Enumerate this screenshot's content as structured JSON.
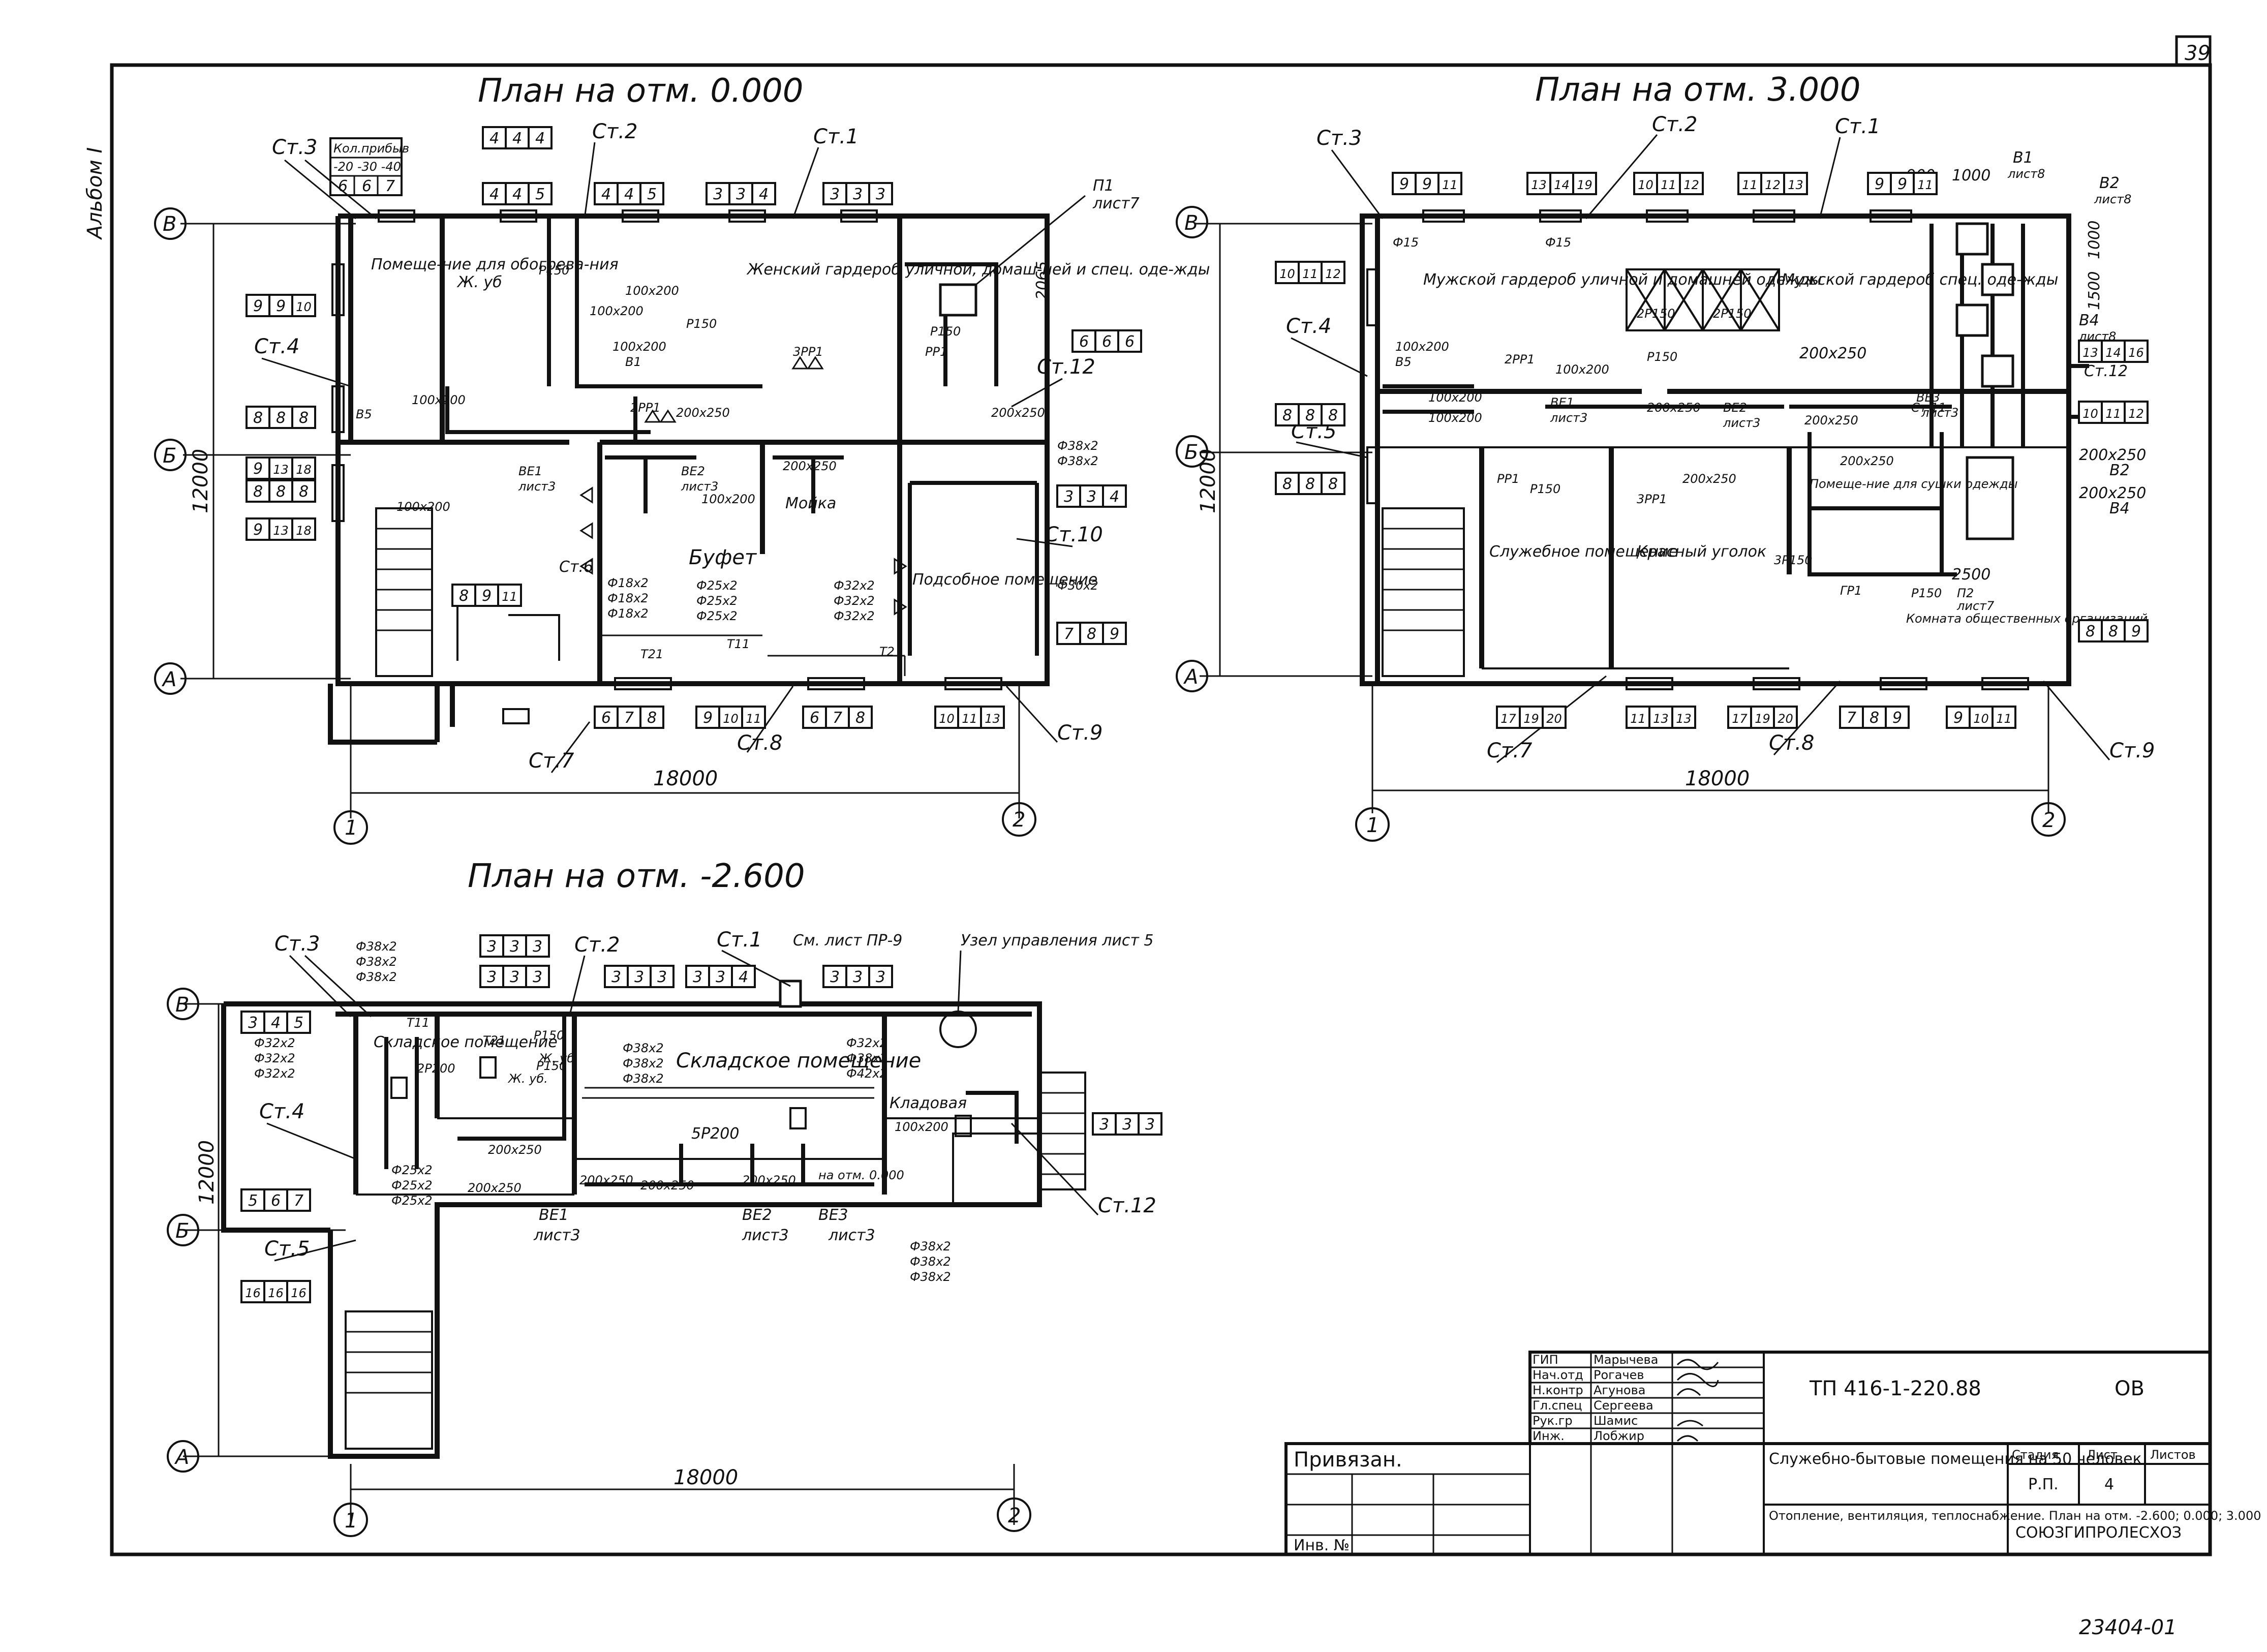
{
  "sheet": {
    "number": "39",
    "album": "Альбом I",
    "archive": "23404-01"
  },
  "plan_a": {
    "title": "План на отм. 0.000",
    "table": {
      "header": "Кол.прибыв",
      "temps": "-20 -30 -40",
      "v": [
        "6",
        "6",
        "7"
      ]
    },
    "dim": "18000",
    "dim_h": "12000",
    "dim2": "2065",
    "axes": [
      "В",
      "Б",
      "А",
      "1",
      "2"
    ],
    "rooms": [
      "Помеще-ние для обогрева-ния",
      "Женский гардероб уличной, домаш-ней и спец. оде-жды",
      "Буфет",
      "Мойка",
      "Подсобное помещение",
      "Ж. уб"
    ],
    "risers": [
      "Ст.3",
      "Ст.2",
      "Ст.1",
      "Ст.4",
      "Ст.6",
      "Ст.7",
      "Ст.8",
      "Ст.9",
      "Ст.10",
      "Ст.12"
    ],
    "ref": [
      "П1",
      "лист7"
    ],
    "ducts": [
      "100х200",
      "100х200",
      "100х200",
      "100х200",
      "200х250",
      "200х250",
      "200х250",
      "100х200",
      "100х200"
    ],
    "tags": [
      "В5",
      "В1",
      "ВЕ1",
      "лист3",
      "ВЕ2",
      "лист3",
      "Т11",
      "Т21",
      "Т2",
      "Р150",
      "Р150",
      "Р150",
      "3РР1",
      "2РР1",
      "РР1"
    ],
    "pipes": [
      "Ф18х2",
      "Ф18х2",
      "Ф18х2",
      "Ф25х2",
      "Ф25х2",
      "Ф25х2",
      "Ф32х2",
      "Ф32х2",
      "Ф32х2",
      "Ф38х2",
      "Ф38х2",
      "Ф30х2"
    ],
    "cells": [
      [
        "4",
        "4",
        "4"
      ],
      [
        "4",
        "4",
        "5"
      ],
      [
        "4",
        "4",
        "5"
      ],
      [
        "3",
        "3",
        "4"
      ],
      [
        "3",
        "3",
        "3"
      ],
      [
        "9",
        "9",
        "10"
      ],
      [
        "8",
        "8",
        "8"
      ],
      [
        "9",
        "13",
        "18"
      ],
      [
        "8",
        "8",
        "8"
      ],
      [
        "9",
        "13",
        "18"
      ],
      [
        "6",
        "6",
        "6"
      ],
      [
        "3",
        "3",
        "4"
      ],
      [
        "7",
        "8",
        "9"
      ],
      [
        "8",
        "9",
        "11"
      ],
      [
        "6",
        "7",
        "8"
      ],
      [
        "9",
        "10",
        "11"
      ],
      [
        "6",
        "7",
        "8"
      ],
      [
        "10",
        "11",
        "13"
      ]
    ]
  },
  "plan_b": {
    "title": "План на отм. 3.000",
    "dim": "18000",
    "dim_h": "12000",
    "dim_top": [
      "900",
      "1000"
    ],
    "dim_right": [
      "1000",
      "1500"
    ],
    "dim_bottom": "2500",
    "axes": [
      "В",
      "Б",
      "А",
      "1",
      "2"
    ],
    "rooms": [
      "Мужской гардероб уличной и домашней одежды",
      "Мужской гардероб спец. оде-жды",
      "Служебное помещение",
      "Красный уголок",
      "Помеще-ние для сушки одежды",
      "Комната общественных организаций"
    ],
    "risers": [
      "Ст.3",
      "Ст.2",
      "Ст.1",
      "Ст.4",
      "Ст.5",
      "Ст.7",
      "Ст.8",
      "Ст.9",
      "Ст.11",
      "Ст.12"
    ],
    "refs": [
      "В1",
      "лист8",
      "В2",
      "лист8",
      "В4",
      "лист8",
      "П2",
      "лист7"
    ],
    "ducts": [
      "100х200",
      "100х200",
      "100х200",
      "100х200",
      "200х250",
      "200х250",
      "200х250",
      "200х250",
      "200х250",
      "200х250",
      "200х250"
    ],
    "tags": [
      "В5",
      "ВЕ1",
      "лист3",
      "ВЕ2",
      "лист3",
      "ВЕ3",
      "лист3",
      "В2",
      "В4",
      "2Р150",
      "2Р150",
      "Р150",
      "Р150",
      "Р150",
      "3Р150",
      "3РР1",
      "2РР1",
      "РР1",
      "ГР1",
      "Ф15",
      "Ф15"
    ],
    "cells": [
      [
        "9",
        "9",
        "11"
      ],
      [
        "13",
        "14",
        "19"
      ],
      [
        "10",
        "11",
        "12"
      ],
      [
        "11",
        "12",
        "13"
      ],
      [
        "9",
        "9",
        "11"
      ],
      [
        "10",
        "11",
        "12"
      ],
      [
        "8",
        "8",
        "8"
      ],
      [
        "8",
        "8",
        "8"
      ],
      [
        "13",
        "14",
        "16"
      ],
      [
        "10",
        "11",
        "12"
      ],
      [
        "8",
        "8",
        "9"
      ],
      [
        "17",
        "19",
        "20"
      ],
      [
        "11",
        "13",
        "13"
      ],
      [
        "17",
        "19",
        "20"
      ],
      [
        "7",
        "8",
        "9"
      ],
      [
        "9",
        "10",
        "11"
      ]
    ]
  },
  "plan_c": {
    "title": "План на отм. -2.600",
    "dim": "18000",
    "dim_h": "12000",
    "axes": [
      "В",
      "Б",
      "А",
      "1",
      "2"
    ],
    "rooms": [
      "Складское помещение",
      "Складское помещение",
      "Кладовая",
      "Ж. уб.",
      "Ж. уб"
    ],
    "risers": [
      "Ст.3",
      "Ст.2",
      "Ст.1",
      "Ст.4",
      "Ст.5",
      "Ст.12"
    ],
    "refs": [
      "См. лист ПР-9",
      "Узел управления лист 5"
    ],
    "ducts": [
      "200х250",
      "200х250",
      "200х250",
      "200х250",
      "200х250",
      "100х200"
    ],
    "tags": [
      "ВЕ1",
      "лист3",
      "ВЕ2",
      "лист3",
      "ВЕ3",
      "лист3",
      "на отм. 0.000",
      "5Р200",
      "Т11",
      "Т21",
      "Р150",
      "Р150",
      "2Р200"
    ],
    "pipes": [
      "Ф38х2",
      "Ф38х2",
      "Ф38х2",
      "Ф32х2",
      "Ф32х2",
      "Ф32х2",
      "Ф25х2",
      "Ф25х2",
      "Ф25х2",
      "Ф38х2",
      "Ф38х2",
      "Ф38х2",
      "Ф38х2",
      "Ф38х2",
      "Ф38х2",
      "Ф32х2",
      "Ф38х2",
      "Ф42х2"
    ],
    "cells": [
      [
        "3",
        "3",
        "3"
      ],
      [
        "3",
        "3",
        "3"
      ],
      [
        "3",
        "3",
        "3"
      ],
      [
        "3",
        "3",
        "4"
      ],
      [
        "3",
        "3",
        "3"
      ],
      [
        "3",
        "4",
        "5"
      ],
      [
        "5",
        "6",
        "7"
      ],
      [
        "16",
        "16",
        "16"
      ],
      [
        "3",
        "3",
        "3"
      ]
    ]
  },
  "stamp": {
    "roles": [
      "ГИП",
      "Нач.отд",
      "Н.контр",
      "Гл.спец",
      "Рук.гр",
      "Инж."
    ],
    "names": [
      "Марычева",
      "Рогачев",
      "Агунова",
      "Сергеева",
      "Шамис",
      "Лобжир"
    ],
    "project": "ТП 416-1-220.88",
    "mark": "ОВ",
    "privyazan": "Привязан.",
    "inv": "Инв. №",
    "name1": "Служебно-бытовые помещения на 50 человек",
    "name2": "Отопление, вентиляция, теплоснабжение. План на отм. -2.600; 0.000; 3.000",
    "h_stage": "Стадия",
    "h_sheet": "Лист",
    "h_sheets": "Листов",
    "stage": "Р.П.",
    "sheet_no": "4",
    "org": "СОЮЗГИПРОЛЕСХОЗ"
  }
}
